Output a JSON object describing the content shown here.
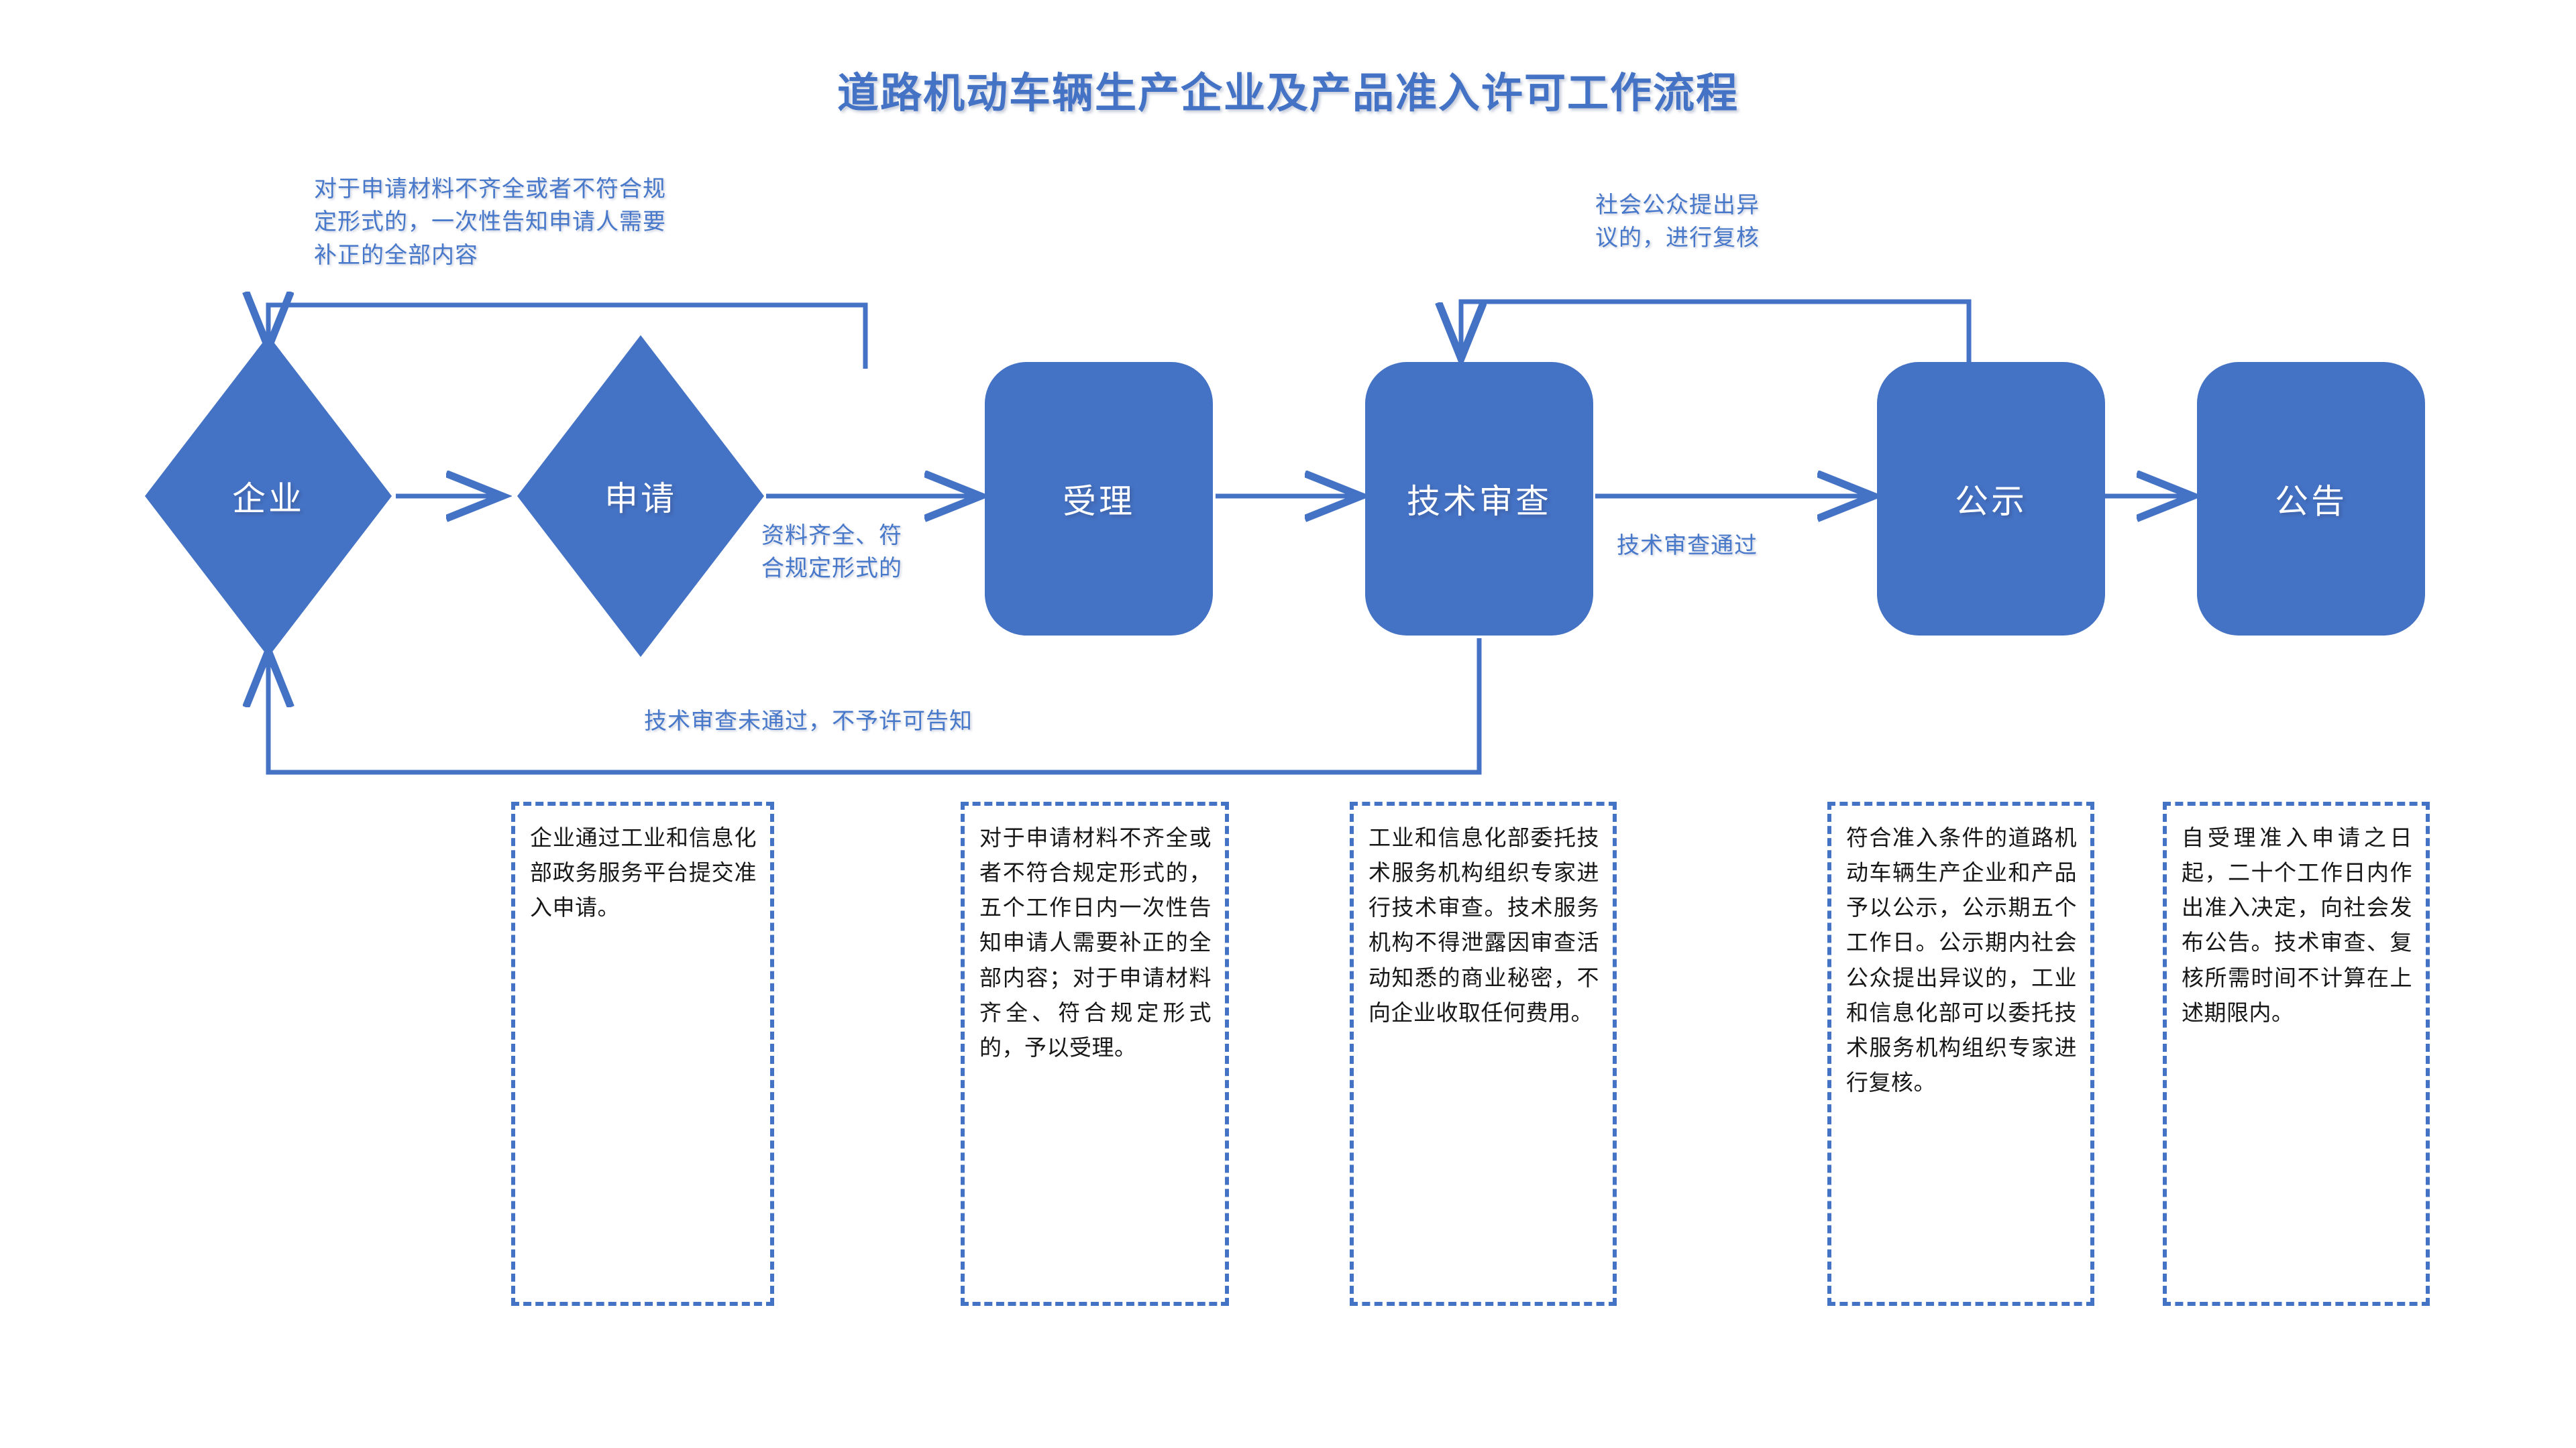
{
  "title": "道路机动车辆生产企业及产品准入许可工作流程",
  "theme": {
    "shape_fill": "#4472C4",
    "shape_text": "#ffffff",
    "connector": "#4472C4",
    "label_text": "#4878C9",
    "note_border": "#4472C4",
    "note_text": "#171717",
    "background": "#ffffff"
  },
  "nodes": [
    {
      "id": "enterprise",
      "shape": "diamond",
      "label": "企业"
    },
    {
      "id": "application",
      "shape": "diamond",
      "label": "申请"
    },
    {
      "id": "acceptance",
      "shape": "rounded-rect",
      "label": "受理"
    },
    {
      "id": "review",
      "shape": "rounded-rect",
      "label": "技术审查"
    },
    {
      "id": "publicity",
      "shape": "rounded-rect",
      "label": "公示"
    },
    {
      "id": "announce",
      "shape": "rounded-rect",
      "label": "公告"
    }
  ],
  "edge_labels": {
    "incomplete_feedback": "对于申请材料不齐全或者不符合规\n定形式的，一次性告知申请人需要\n补正的全部内容",
    "public_objection": "社会公众提出异\n议的，进行复核",
    "materials_complete": "资料齐全、符\n合规定形式的",
    "review_passed": "技术审查通过",
    "review_failed": "技术审查未通过，不予许可告知"
  },
  "notes": [
    {
      "id": "note-enterprise",
      "text": "企业通过工业和信息化部政务服务平台提交准入申请。"
    },
    {
      "id": "note-application",
      "text": "对于申请材料不齐全或者不符合规定形式的，五个工作日内一次性告知申请人需要补正的全部内容；对于申请材料齐全、符合规定形式的，予以受理。"
    },
    {
      "id": "note-review",
      "text": "工业和信息化部委托技术服务机构组织专家进行技术审查。技术服务机构不得泄露因审查活动知悉的商业秘密，不向企业收取任何费用。"
    },
    {
      "id": "note-publicity",
      "text": "符合准入条件的道路机动车辆生产企业和产品予以公示，公示期五个工作日。公示期内社会公众提出异议的，工业和信息化部可以委托技术服务机构组织专家进行复核。"
    },
    {
      "id": "note-announce",
      "text": "自受理准入申请之日起，二十个工作日内作出准入决定，向社会发布公告。技术审查、复核所需时间不计算在上述期限内。"
    }
  ]
}
